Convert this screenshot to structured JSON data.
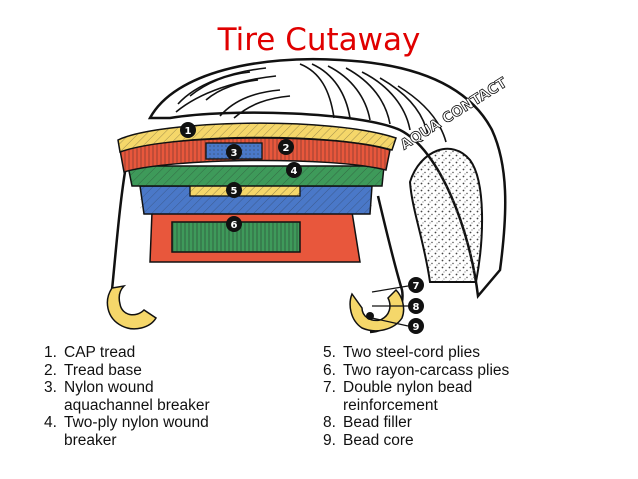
{
  "title": "Tire Cutaway",
  "brand_text": "AQUA CONTACT",
  "callouts": [
    "1",
    "2",
    "3",
    "4",
    "5",
    "6",
    "7",
    "8",
    "9"
  ],
  "legend_left": [
    {
      "num": "1.",
      "lines": [
        "CAP tread"
      ]
    },
    {
      "num": "2.",
      "lines": [
        "Tread base"
      ]
    },
    {
      "num": "3.",
      "lines": [
        "Nylon wound",
        "aquachannel breaker"
      ]
    },
    {
      "num": "4.",
      "lines": [
        "Two-ply nylon wound",
        "breaker"
      ]
    }
  ],
  "legend_right": [
    {
      "num": "5.",
      "lines": [
        "Two steel-cord plies"
      ]
    },
    {
      "num": "6.",
      "lines": [
        "Two rayon-carcass plies"
      ]
    },
    {
      "num": "7.",
      "lines": [
        "Double nylon bead",
        "reinforcement"
      ]
    },
    {
      "num": "8.",
      "lines": [
        "Bead filler"
      ]
    },
    {
      "num": "9.",
      "lines": [
        "Bead core"
      ]
    }
  ],
  "colors": {
    "title": "#e00000",
    "cap_tread": "#f5d76a",
    "tread_base": "#e8573c",
    "breaker": "#4a78c8",
    "nylon_breaker": "#3e9a5a",
    "steel_plies": "#f5d76a",
    "carcass": "#e8573c",
    "inner_green": "#3e9a5a",
    "bead": "#f5d76a"
  }
}
